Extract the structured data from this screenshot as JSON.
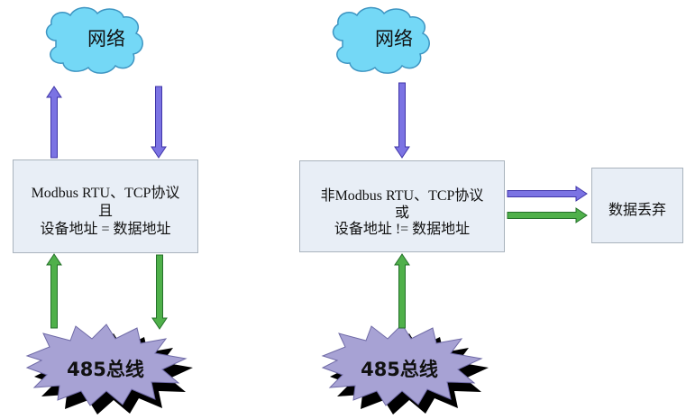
{
  "left": {
    "cloud_label": "网络",
    "box_lines": [
      "Modbus RTU、TCP协议",
      "且",
      "设备地址 = 数据地址"
    ],
    "bus_label": "485总线"
  },
  "middle": {
    "cloud_label": "网络",
    "box_lines": [
      "非Modbus RTU、TCP协议",
      "或",
      "设备地址 != 数据地址"
    ],
    "bus_label": "485总线"
  },
  "right": {
    "box_label": "数据丢弃"
  },
  "colors": {
    "cloud_fill": "#74d8f6",
    "cloud_stroke": "#3e95c2",
    "arrow_purple": "#7b73e3",
    "arrow_purple_stroke": "#3f35a8",
    "arrow_green": "#4fb04a",
    "arrow_green_stroke": "#24702a",
    "burst_fill": "#a7a2d4",
    "burst_shadow": "#000000",
    "box_fill": "#e8eef6",
    "box_border": "#a9b3bd"
  }
}
